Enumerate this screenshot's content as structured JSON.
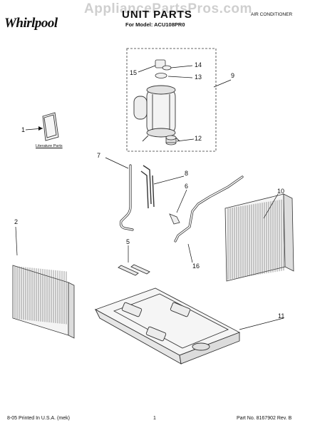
{
  "header": {
    "brand": "Whirlpool",
    "watermark": "AppliancePartsPros.com",
    "title": "UNIT PARTS",
    "model_line": "For Model: ACU108PR0",
    "category": "AIR CONDITIONER"
  },
  "labels": {
    "literature": "Literature Parts"
  },
  "callouts": [
    "1",
    "2",
    "5",
    "6",
    "7",
    "8",
    "9",
    "10",
    "11",
    "12",
    "13",
    "14",
    "15",
    "16"
  ],
  "footer": {
    "left": "8-05 Printed In U.S.A. (mek)",
    "center": "1",
    "right": "Part No. 8167902 Rev. B"
  }
}
